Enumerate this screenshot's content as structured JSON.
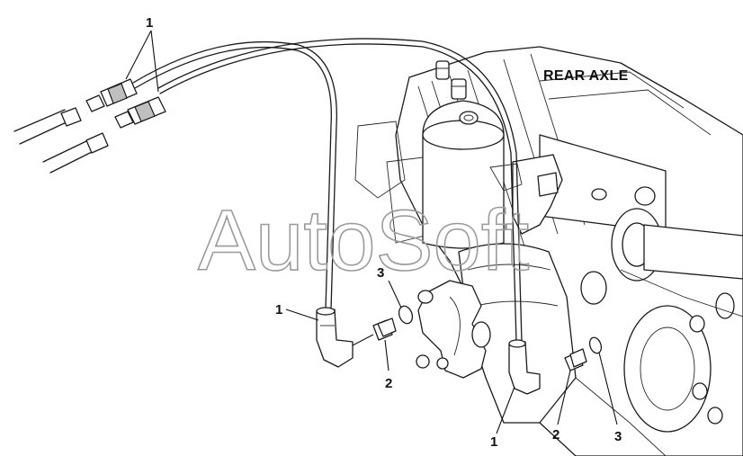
{
  "diagram": {
    "title": "REAR AXLE",
    "watermark": "AutoSoft",
    "callouts": [
      {
        "id": "c1-top",
        "text": "1"
      },
      {
        "id": "c1-left",
        "text": "1"
      },
      {
        "id": "c2-left",
        "text": "2"
      },
      {
        "id": "c3-left",
        "text": "3"
      },
      {
        "id": "c1-bottom",
        "text": "1"
      },
      {
        "id": "c2-bottom",
        "text": "2"
      },
      {
        "id": "c3-bottom",
        "text": "3"
      }
    ]
  }
}
